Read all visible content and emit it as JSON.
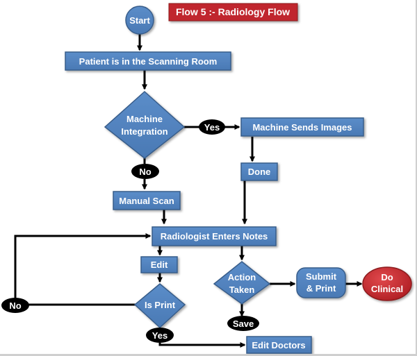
{
  "title": "Flow 5 :- Radiology Flow",
  "colors": {
    "node_fill": "#4f81bd",
    "node_stroke": "#385d8a",
    "title_fill": "#c0272d",
    "terminal_red": "#c0272d",
    "label_fill": "#000000",
    "arrow": "#000000",
    "text_light": "#ffffff"
  },
  "nodes": {
    "start": "Start",
    "scanning_room": "Patient is in the Scanning Room",
    "machine_integration_1": "Machine",
    "machine_integration_2": "Integration",
    "machine_sends_images": "Machine Sends Images",
    "done": "Done",
    "manual_scan": "Manual Scan",
    "radiologist_enters_notes": "Radiologist Enters Notes",
    "edit": "Edit",
    "is_print": "Is Print",
    "action_taken_1": "Action",
    "action_taken_2": "Taken",
    "submit_print_1": "Submit",
    "submit_print_2": "& Print",
    "do_clinical_1": "Do",
    "do_clinical_2": "Clinical",
    "edit_doctors": "Edit Doctors"
  },
  "labels": {
    "yes_integration": "Yes",
    "no_integration": "No",
    "no_print": "No",
    "yes_print": "Yes",
    "save": "Save"
  }
}
